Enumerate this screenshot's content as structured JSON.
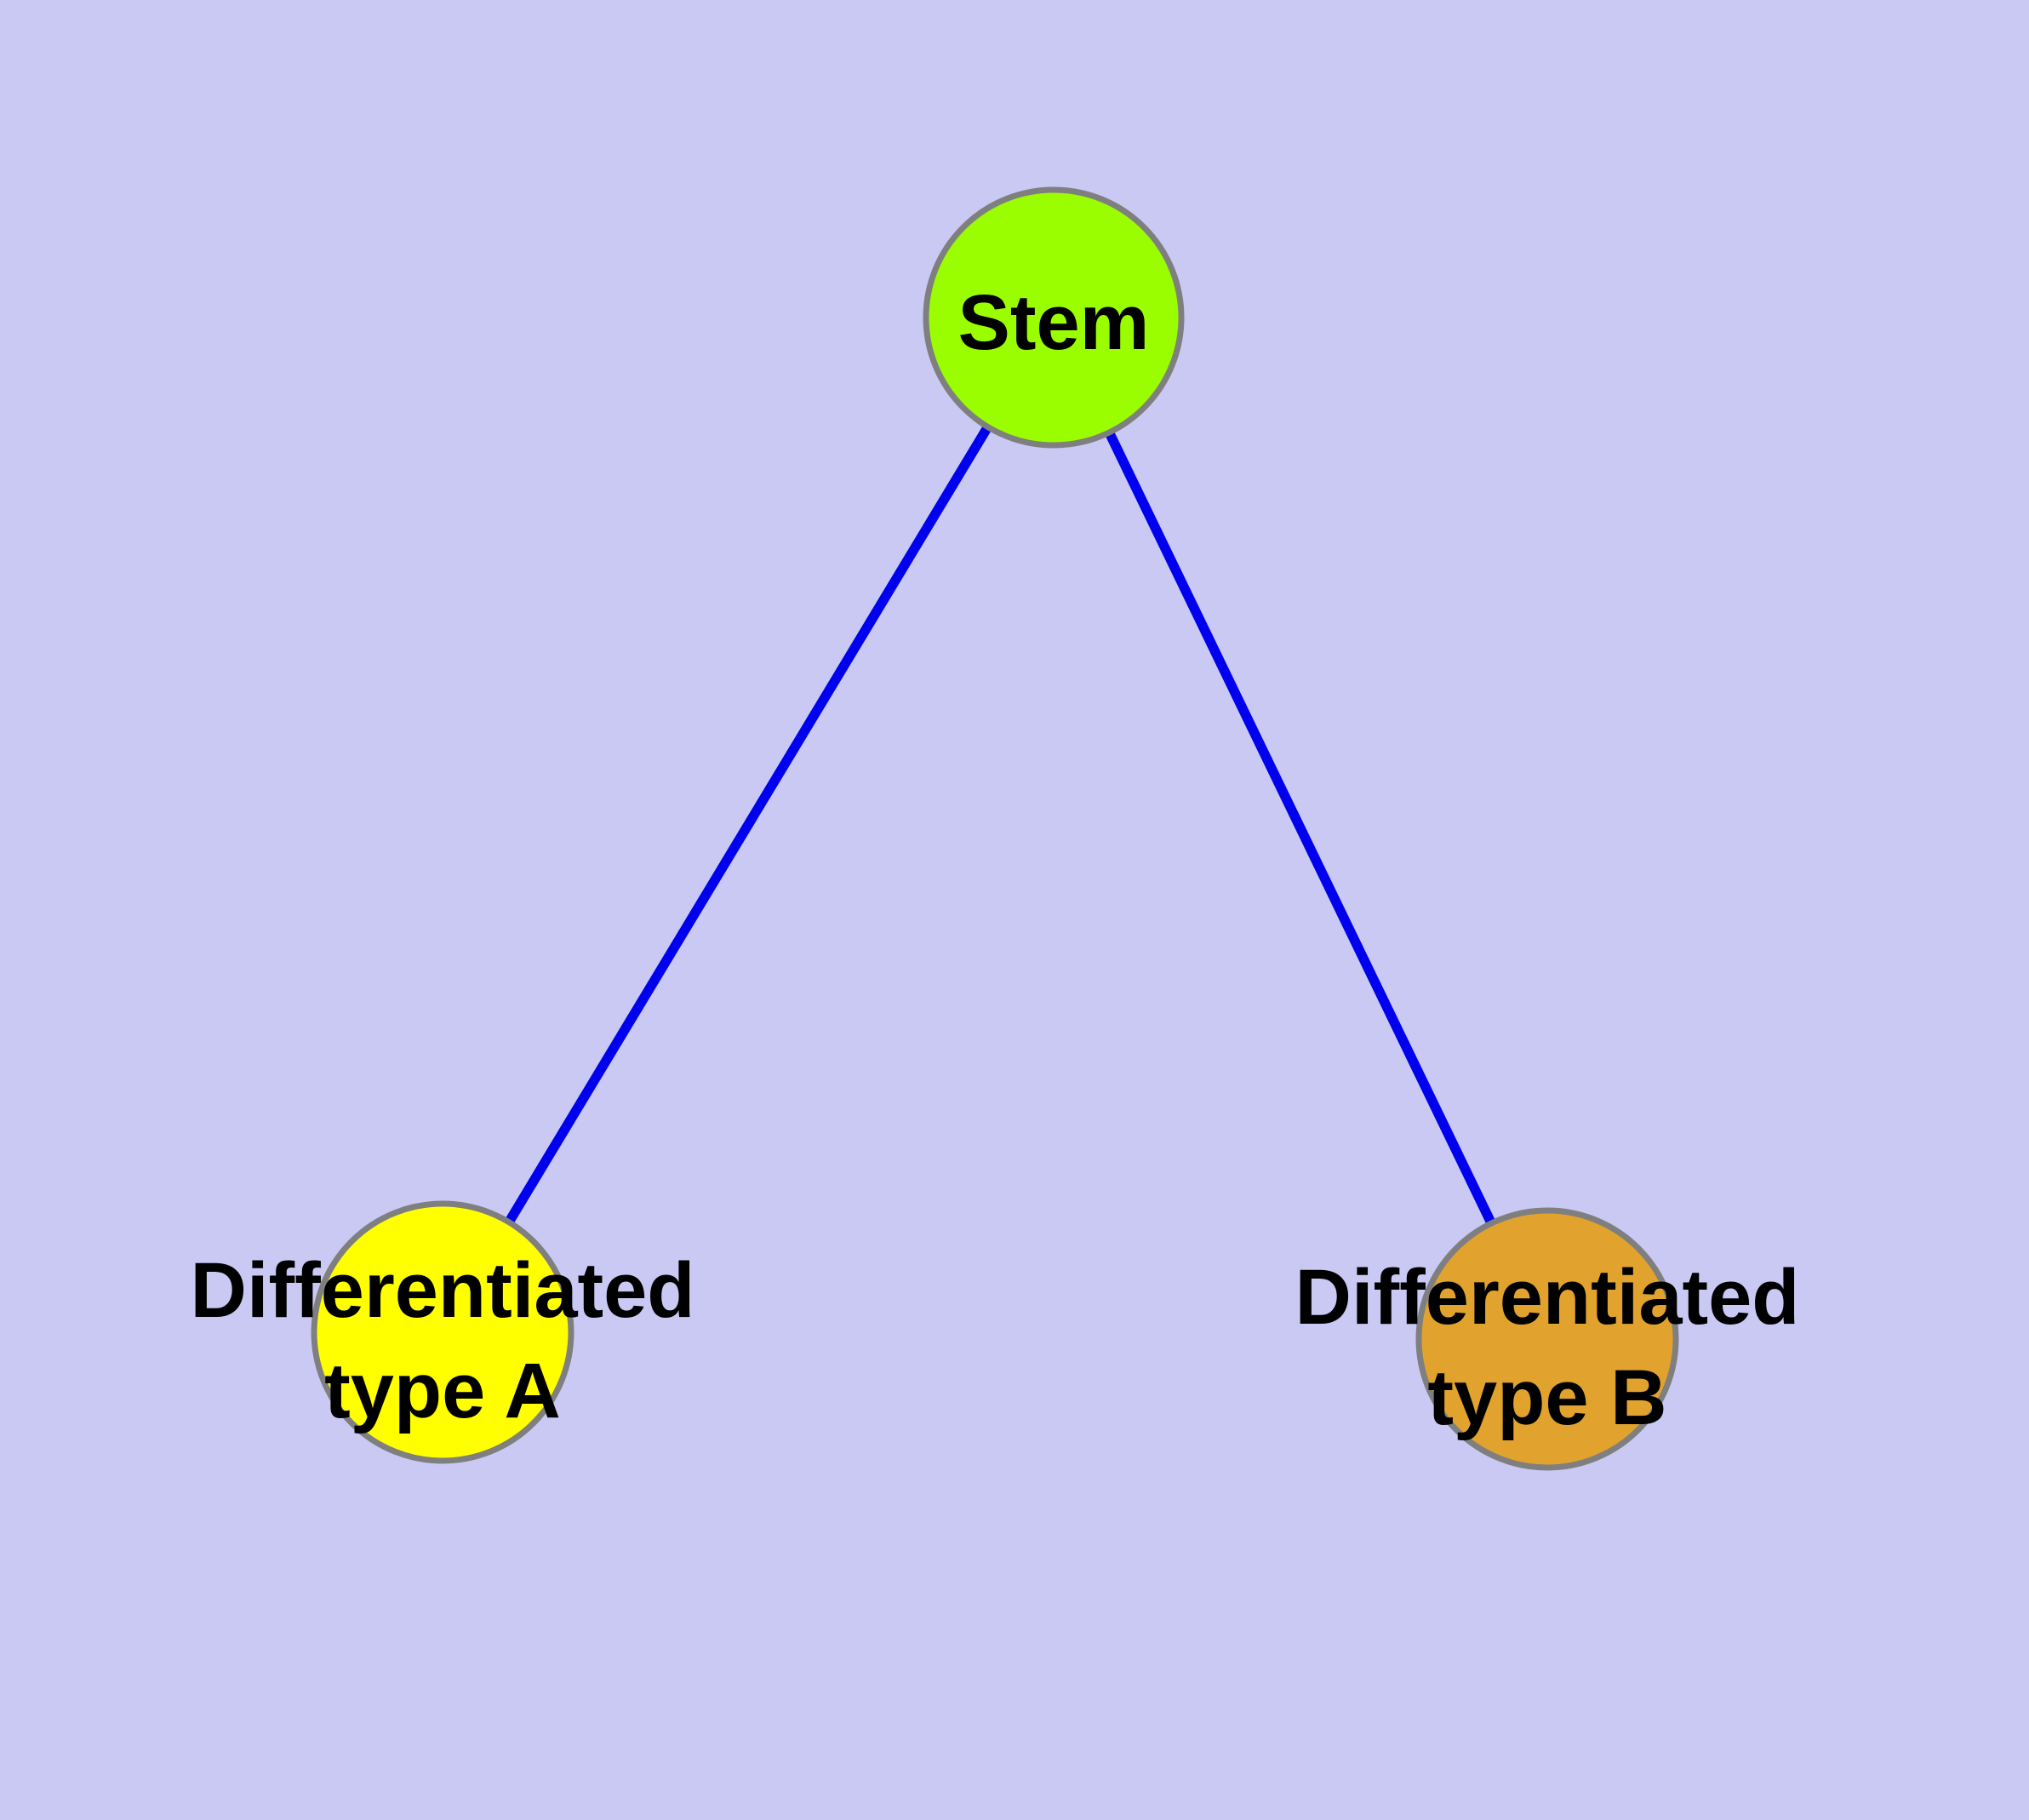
{
  "canvas": {
    "background_color": "#c9c9f4"
  },
  "styles": {
    "edge_color": "#0000ee",
    "node_border_color": "#7f7f7f",
    "label_color": "#000000"
  },
  "nodes": [
    {
      "id": "stem",
      "label": "Stem",
      "lines": [
        "Stem"
      ],
      "fill_color": "#9afe00"
    },
    {
      "id": "differentiated-type-a",
      "label": "Differentiated type A",
      "lines": [
        "Differentiated",
        "type A"
      ],
      "fill_color": "#ffff00"
    },
    {
      "id": "differentiated-type-b",
      "label": "Differentiated type B",
      "lines": [
        "Differentiated",
        "type B"
      ],
      "fill_color": "#e2a32e"
    }
  ],
  "edges": [
    {
      "from": "Stem",
      "to": "Differentiated type A"
    },
    {
      "from": "Stem",
      "to": "Differentiated type B"
    }
  ]
}
